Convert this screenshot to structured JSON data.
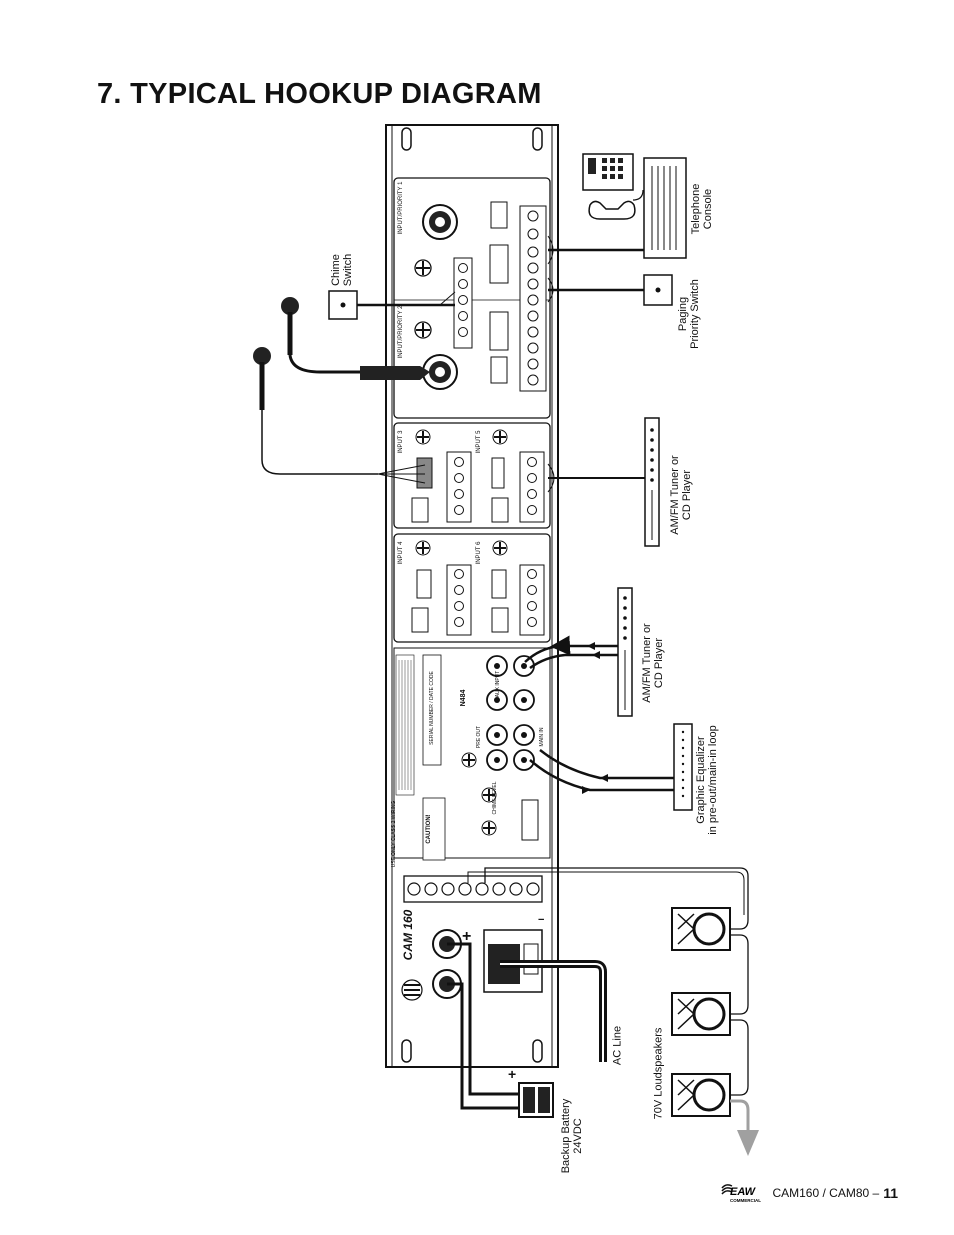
{
  "page_title": "7. TYPICAL HOOKUP DIAGRAM",
  "labels": {
    "chime_switch": [
      "Chime",
      "Switch"
    ],
    "telephone_console": [
      "Telephone",
      "Console"
    ],
    "paging_priority_switch": [
      "Paging",
      "Priority Switch"
    ],
    "am_fm_tuner_1": [
      "AM/FM Tuner or",
      "CD Player"
    ],
    "am_fm_tuner_2": [
      "AM/FM Tuner or",
      "CD Player"
    ],
    "graphic_equalizer": [
      "Graphic Equalizer",
      "in pre-out/main-in loop"
    ],
    "ac_line": "AC Line",
    "backup_battery": [
      "Backup Battery",
      "24VDC"
    ],
    "loudspeakers": "70V Loudspeakers"
  },
  "panel": {
    "model": "CAM 160",
    "input_1": "INPUT/PRIORITY 1",
    "input_2": "INPUT/PRIORITY 2",
    "input_3": "INPUT 3",
    "input_4": "INPUT 4",
    "input_5": "INPUT 5",
    "input_6": "INPUT 6",
    "caution": "CAUTION!",
    "serial": "SERIAL NUMBER / DATE CODE",
    "class2": "USE ONLY CLASS 2 WIRING",
    "aux": "AUX INPUT",
    "pre_out": "PRE OUT",
    "main_in": "MAIN IN",
    "chime_level": "CHIME LEVEL",
    "n484": "N484",
    "plus": "+",
    "minus": "−"
  },
  "footer": {
    "brand": "EAW",
    "brand_sub": "COMMERCIAL",
    "model_text": "CAM160 / CAM80 –",
    "page_number": "11"
  },
  "colors": {
    "ink": "#111111",
    "gray_arrow": "#a0a0a0",
    "knob_dark": "#222222"
  }
}
